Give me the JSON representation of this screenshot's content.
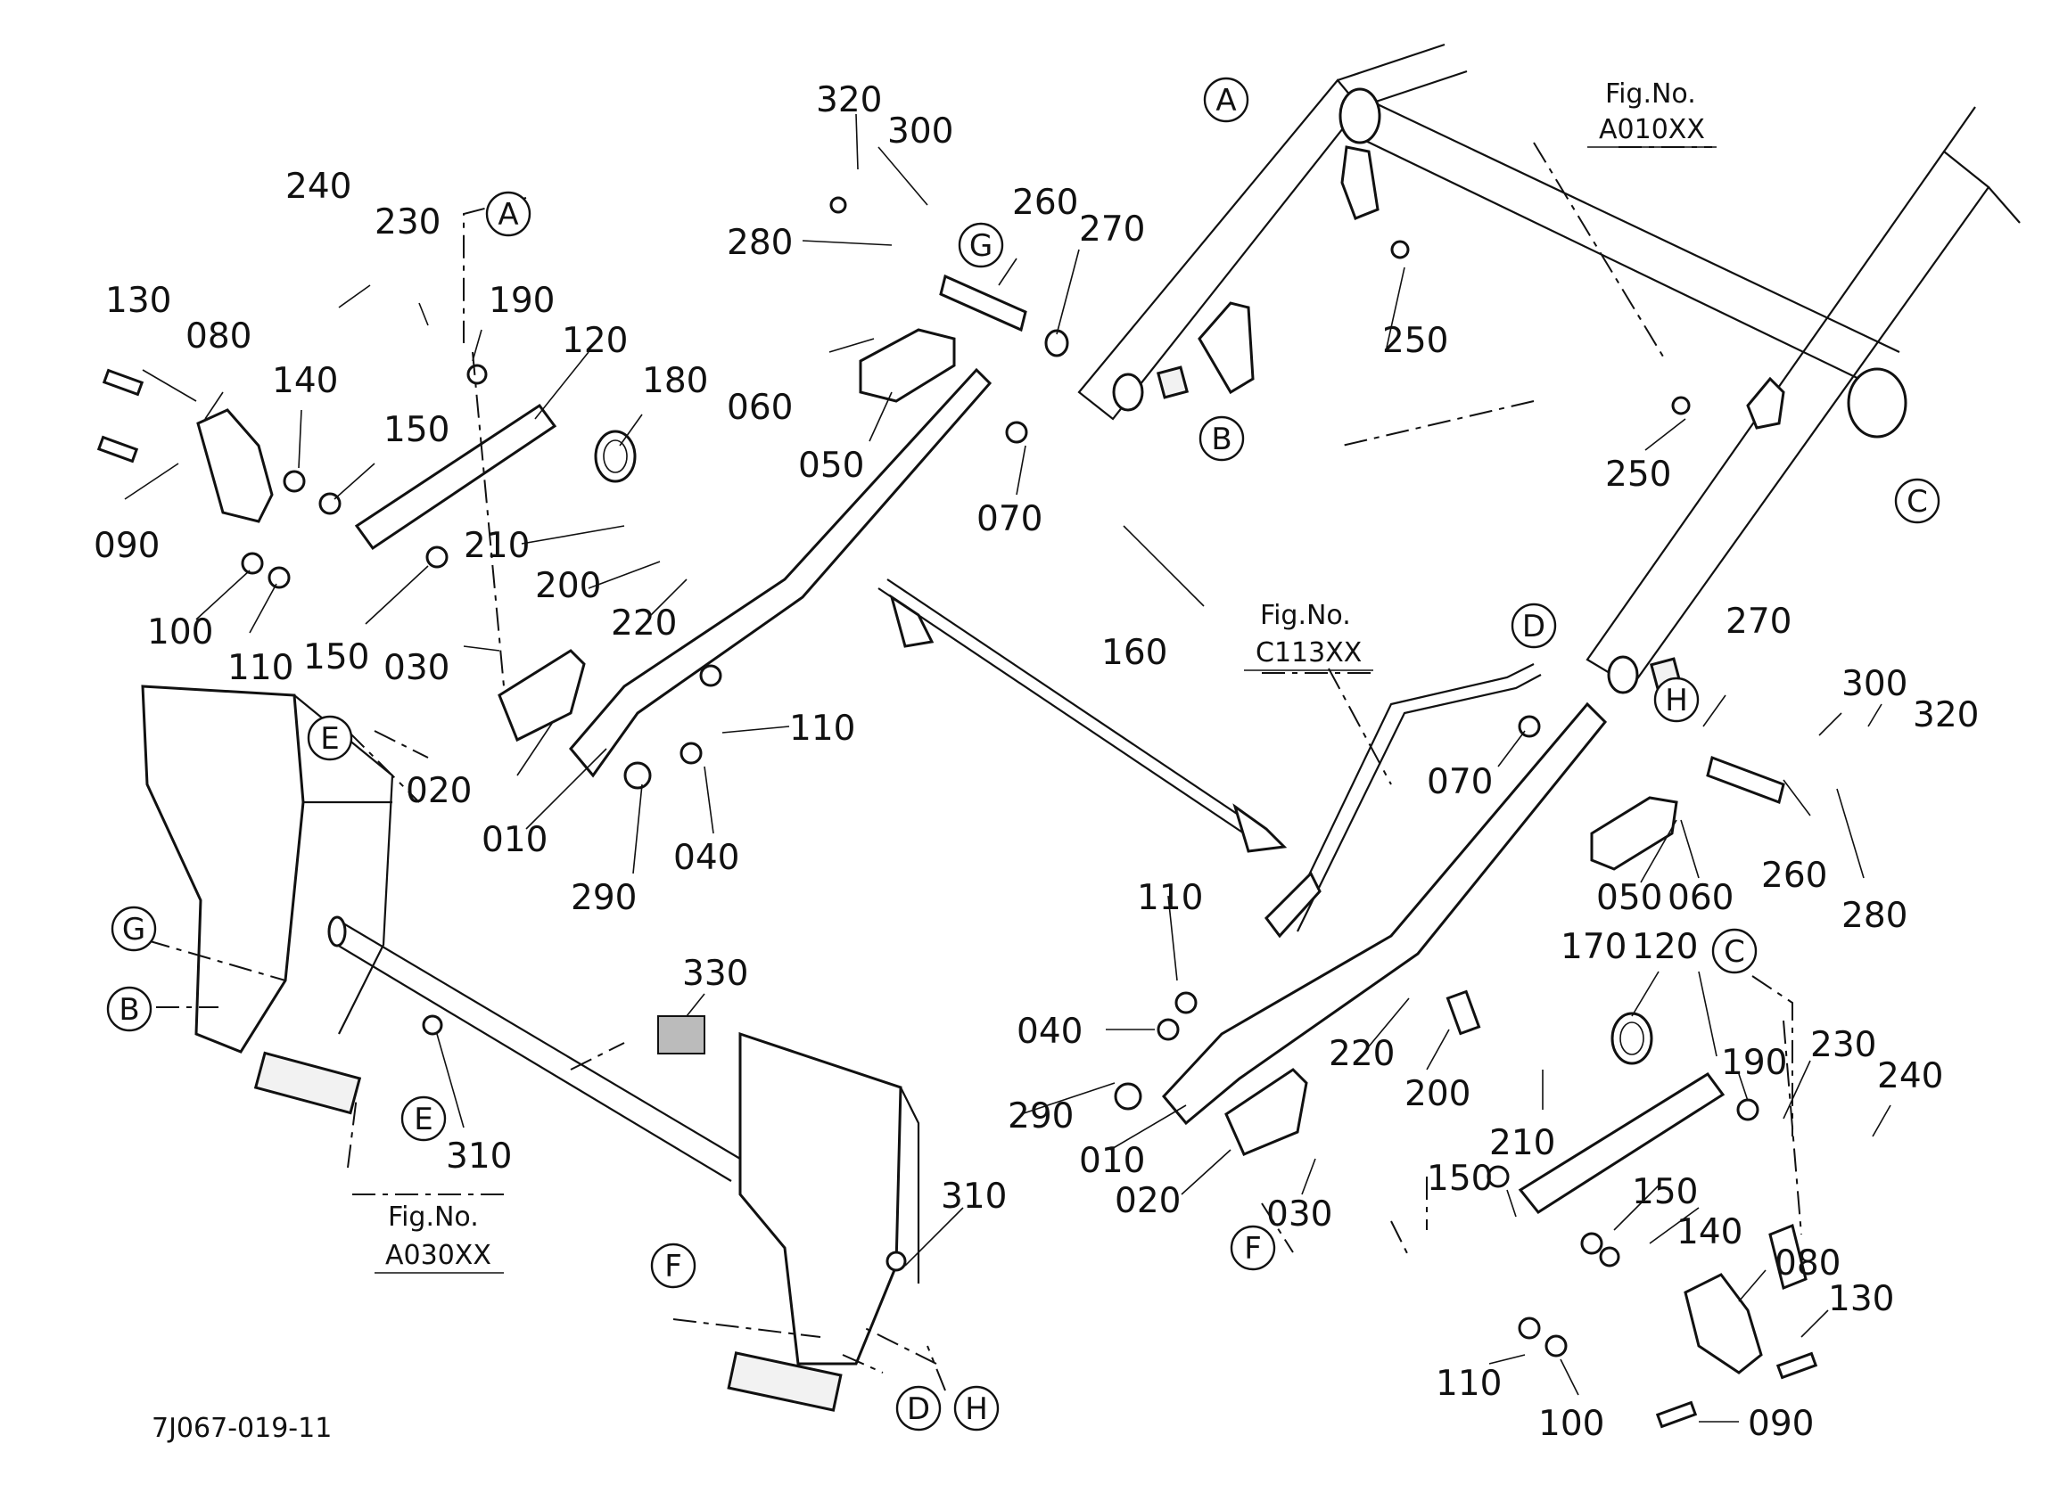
{
  "diagram": {
    "parts": [
      {
        "id": "p320a",
        "label": "320"
      },
      {
        "id": "p300a",
        "label": "300"
      },
      {
        "id": "p280a",
        "label": "280"
      },
      {
        "id": "p260a",
        "label": "260"
      },
      {
        "id": "p270a",
        "label": "270"
      },
      {
        "id": "p240a",
        "label": "240"
      },
      {
        "id": "p230a",
        "label": "230"
      },
      {
        "id": "p190a",
        "label": "190"
      },
      {
        "id": "p130a",
        "label": "130"
      },
      {
        "id": "p080a",
        "label": "080"
      },
      {
        "id": "p140a",
        "label": "140"
      },
      {
        "id": "p120a",
        "label": "120"
      },
      {
        "id": "p180",
        "label": "180"
      },
      {
        "id": "p060a",
        "label": "060"
      },
      {
        "id": "p050a",
        "label": "050"
      },
      {
        "id": "p070a",
        "label": "070"
      },
      {
        "id": "p150a",
        "label": "150"
      },
      {
        "id": "p090a",
        "label": "090"
      },
      {
        "id": "p210a",
        "label": "210"
      },
      {
        "id": "p200a",
        "label": "200"
      },
      {
        "id": "p220a",
        "label": "220"
      },
      {
        "id": "p100a",
        "label": "100"
      },
      {
        "id": "p110a",
        "label": "110"
      },
      {
        "id": "p150b",
        "label": "150"
      },
      {
        "id": "p030a",
        "label": "030"
      },
      {
        "id": "p110b",
        "label": "110"
      },
      {
        "id": "p020a",
        "label": "020"
      },
      {
        "id": "p010a",
        "label": "010"
      },
      {
        "id": "p040a",
        "label": "040"
      },
      {
        "id": "p290a",
        "label": "290"
      },
      {
        "id": "p160",
        "label": "160"
      },
      {
        "id": "p250a",
        "label": "250"
      },
      {
        "id": "p250b",
        "label": "250"
      },
      {
        "id": "p270b",
        "label": "270"
      },
      {
        "id": "p300b",
        "label": "300"
      },
      {
        "id": "p320b",
        "label": "320"
      },
      {
        "id": "p260b",
        "label": "260"
      },
      {
        "id": "p280b",
        "label": "280"
      },
      {
        "id": "p070b",
        "label": "070"
      },
      {
        "id": "p050b",
        "label": "050"
      },
      {
        "id": "p060b",
        "label": "060"
      },
      {
        "id": "p110c",
        "label": "110"
      },
      {
        "id": "p170",
        "label": "170"
      },
      {
        "id": "p120b",
        "label": "120"
      },
      {
        "id": "p190b",
        "label": "190"
      },
      {
        "id": "p230b",
        "label": "230"
      },
      {
        "id": "p240b",
        "label": "240"
      },
      {
        "id": "p040b",
        "label": "040"
      },
      {
        "id": "p220b",
        "label": "220"
      },
      {
        "id": "p200b",
        "label": "200"
      },
      {
        "id": "p210b",
        "label": "210"
      },
      {
        "id": "p290b",
        "label": "290"
      },
      {
        "id": "p010b",
        "label": "010"
      },
      {
        "id": "p020b",
        "label": "020"
      },
      {
        "id": "p030b",
        "label": "030"
      },
      {
        "id": "p150c",
        "label": "150"
      },
      {
        "id": "p150d",
        "label": "150"
      },
      {
        "id": "p140b",
        "label": "140"
      },
      {
        "id": "p080b",
        "label": "080"
      },
      {
        "id": "p130b",
        "label": "130"
      },
      {
        "id": "p110d",
        "label": "110"
      },
      {
        "id": "p100b",
        "label": "100"
      },
      {
        "id": "p090b",
        "label": "090"
      },
      {
        "id": "p330",
        "label": "330"
      },
      {
        "id": "p310a",
        "label": "310"
      },
      {
        "id": "p310b",
        "label": "310"
      }
    ],
    "callouts": [
      {
        "id": "cA1",
        "letter": "A"
      },
      {
        "id": "cA2",
        "letter": "A"
      },
      {
        "id": "cG1",
        "letter": "G"
      },
      {
        "id": "cB1",
        "letter": "B"
      },
      {
        "id": "cC1",
        "letter": "C"
      },
      {
        "id": "cD1",
        "letter": "D"
      },
      {
        "id": "cH1",
        "letter": "H"
      },
      {
        "id": "cE1",
        "letter": "E"
      },
      {
        "id": "cG2",
        "letter": "G"
      },
      {
        "id": "cB2",
        "letter": "B"
      },
      {
        "id": "cE2",
        "letter": "E"
      },
      {
        "id": "cC2",
        "letter": "C"
      },
      {
        "id": "cF1",
        "letter": "F"
      },
      {
        "id": "cF2",
        "letter": "F"
      },
      {
        "id": "cD2",
        "letter": "D"
      },
      {
        "id": "cH2",
        "letter": "H"
      }
    ],
    "figure_refs": [
      {
        "id": "fig1",
        "line1": "Fig.No.",
        "line2": "A010XX"
      },
      {
        "id": "fig2",
        "line1": "Fig.No.",
        "line2": "C113XX"
      },
      {
        "id": "fig3",
        "line1": "Fig.No.",
        "line2": "A030XX"
      }
    ],
    "drawing_code": "7J067-019-11"
  }
}
